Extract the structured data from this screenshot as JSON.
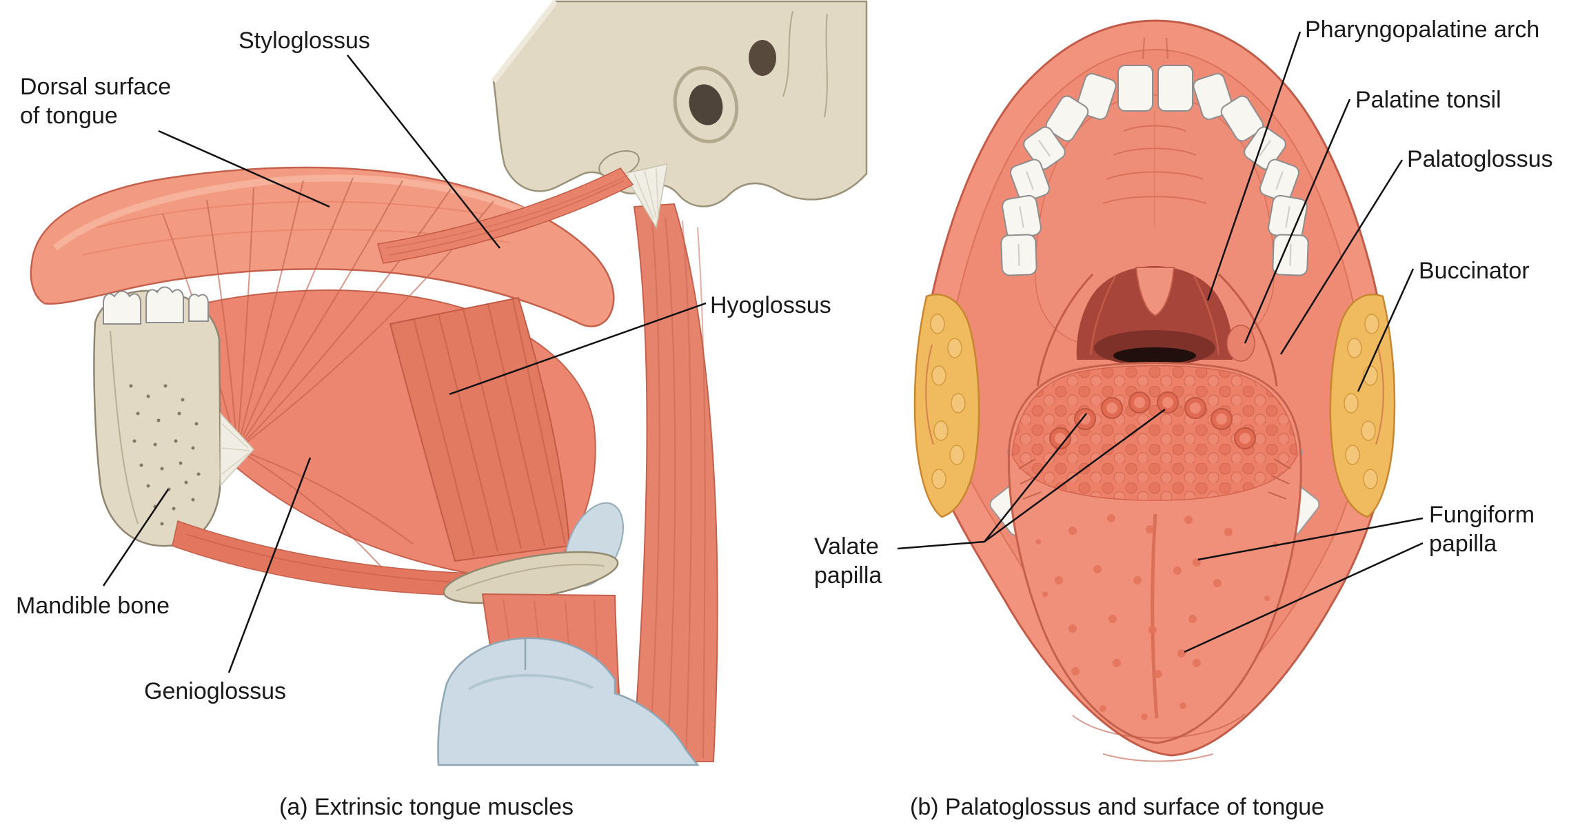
{
  "figure": {
    "panel_a": {
      "caption": "(a) Extrinsic tongue muscles",
      "labels": {
        "styloglossus": "Styloglossus",
        "dorsal_surface_line1": "Dorsal surface",
        "dorsal_surface_line2": "of tongue",
        "hyoglossus": "Hyoglossus",
        "mandible_bone": "Mandible bone",
        "genioglossus": "Genioglossus"
      }
    },
    "panel_b": {
      "caption": "(b) Palatoglossus and surface of tongue",
      "labels": {
        "pharyngopalatine_arch": "Pharyngopalatine arch",
        "palatine_tonsil": "Palatine tonsil",
        "palatoglossus": "Palatoglossus",
        "buccinator": "Buccinator",
        "valate_line1": "Valate",
        "valate_line2": "papilla",
        "fungiform_line1": "Fungiform",
        "fungiform_line2": "papilla"
      }
    },
    "colors": {
      "muscle_salmon": "#F0907A",
      "muscle_dark": "#E27A62",
      "muscle_outline": "#C4604B",
      "bone": "#E2D9C4",
      "teeth": "#F8F6F0",
      "cartilage_blue": "#CBDAE4",
      "buccinator_yellow": "#F0BA5F",
      "throat_dark": "#A8453A",
      "label_text": "#1a1a1a",
      "leader_line": "#111111"
    }
  }
}
